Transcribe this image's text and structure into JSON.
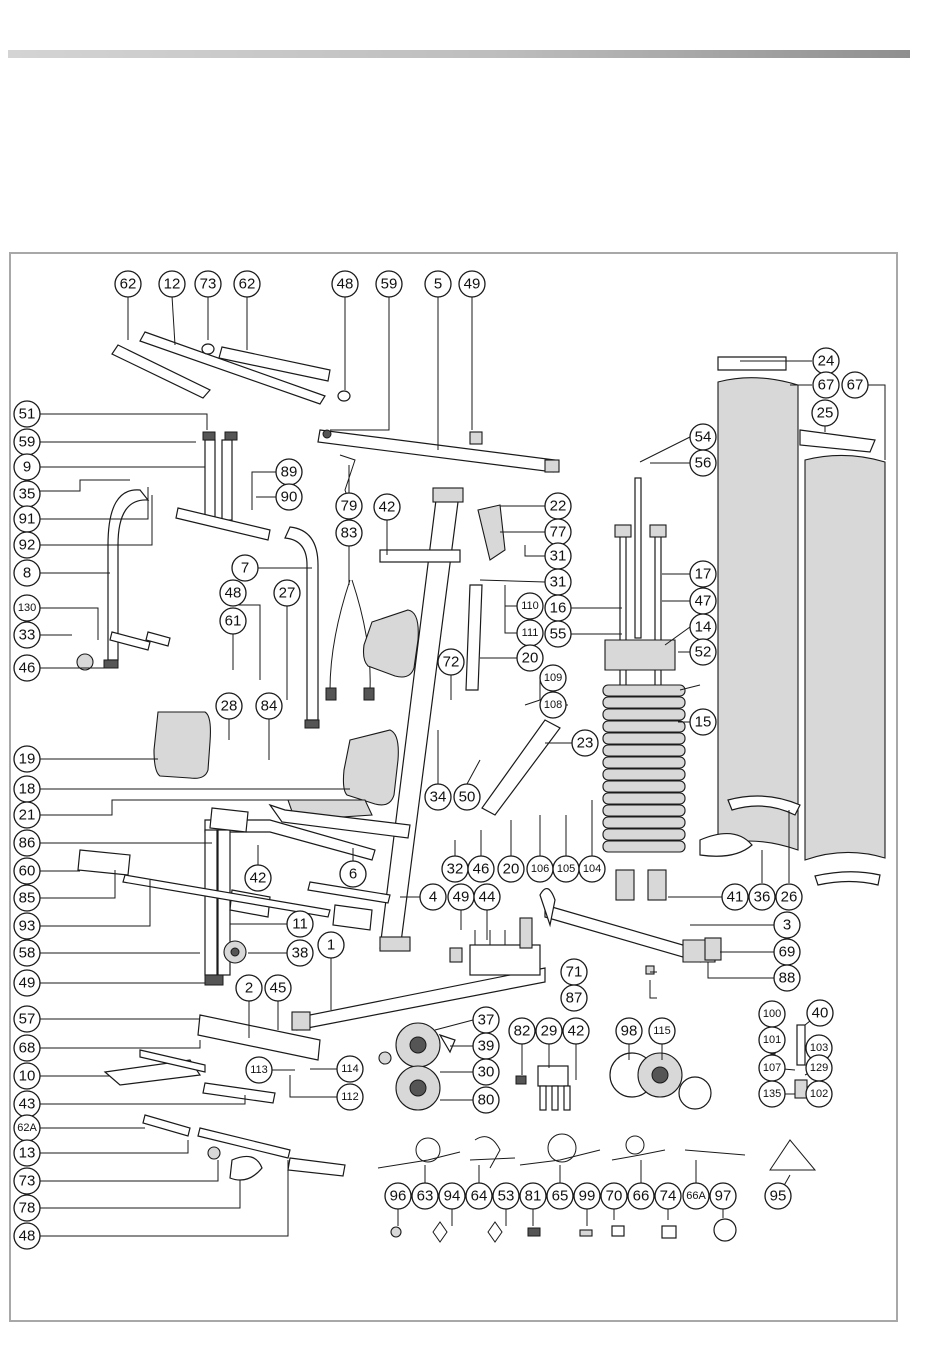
{
  "diagram": {
    "callouts": [
      {
        "id": "c62a",
        "label": "62"
      },
      {
        "id": "c12",
        "label": "12"
      },
      {
        "id": "c73a",
        "label": "73"
      },
      {
        "id": "c62b",
        "label": "62"
      },
      {
        "id": "c48a",
        "label": "48"
      },
      {
        "id": "c59a",
        "label": "59"
      },
      {
        "id": "c5",
        "label": "5"
      },
      {
        "id": "c49a",
        "label": "49"
      },
      {
        "id": "c24",
        "label": "24"
      },
      {
        "id": "c67a",
        "label": "67"
      },
      {
        "id": "c67b",
        "label": "67"
      },
      {
        "id": "c25",
        "label": "25"
      },
      {
        "id": "c51",
        "label": "51"
      },
      {
        "id": "c59b",
        "label": "59"
      },
      {
        "id": "c9",
        "label": "9"
      },
      {
        "id": "c35",
        "label": "35"
      },
      {
        "id": "c91",
        "label": "91"
      },
      {
        "id": "c92",
        "label": "92"
      },
      {
        "id": "c8",
        "label": "8"
      },
      {
        "id": "c130",
        "label": "130"
      },
      {
        "id": "c33",
        "label": "33"
      },
      {
        "id": "c46a",
        "label": "46"
      },
      {
        "id": "c89",
        "label": "89"
      },
      {
        "id": "c90",
        "label": "90"
      },
      {
        "id": "c79",
        "label": "79"
      },
      {
        "id": "c83",
        "label": "83"
      },
      {
        "id": "c42a",
        "label": "42"
      },
      {
        "id": "c7",
        "label": "7"
      },
      {
        "id": "c48b",
        "label": "48"
      },
      {
        "id": "c27",
        "label": "27"
      },
      {
        "id": "c61",
        "label": "61"
      },
      {
        "id": "c22",
        "label": "22"
      },
      {
        "id": "c77",
        "label": "77"
      },
      {
        "id": "c31a",
        "label": "31"
      },
      {
        "id": "c31b",
        "label": "31"
      },
      {
        "id": "c110",
        "label": "110"
      },
      {
        "id": "c16",
        "label": "16"
      },
      {
        "id": "c111",
        "label": "111"
      },
      {
        "id": "c55",
        "label": "55"
      },
      {
        "id": "c54",
        "label": "54"
      },
      {
        "id": "c56",
        "label": "56"
      },
      {
        "id": "c17",
        "label": "17"
      },
      {
        "id": "c47",
        "label": "47"
      },
      {
        "id": "c14",
        "label": "14"
      },
      {
        "id": "c52",
        "label": "52"
      },
      {
        "id": "c15",
        "label": "15"
      },
      {
        "id": "c20a",
        "label": "20"
      },
      {
        "id": "c72",
        "label": "72"
      },
      {
        "id": "c109",
        "label": "109"
      },
      {
        "id": "c108",
        "label": "108"
      },
      {
        "id": "c28",
        "label": "28"
      },
      {
        "id": "c84",
        "label": "84"
      },
      {
        "id": "c19",
        "label": "19"
      },
      {
        "id": "c23",
        "label": "23"
      },
      {
        "id": "c18",
        "label": "18"
      },
      {
        "id": "c34",
        "label": "34"
      },
      {
        "id": "c50",
        "label": "50"
      },
      {
        "id": "c21",
        "label": "21"
      },
      {
        "id": "c86",
        "label": "86"
      },
      {
        "id": "c42b",
        "label": "42"
      },
      {
        "id": "c6",
        "label": "6"
      },
      {
        "id": "c32",
        "label": "32"
      },
      {
        "id": "c46b",
        "label": "46"
      },
      {
        "id": "c20b",
        "label": "20"
      },
      {
        "id": "c106",
        "label": "106"
      },
      {
        "id": "c105",
        "label": "105"
      },
      {
        "id": "c104",
        "label": "104"
      },
      {
        "id": "c41",
        "label": "41"
      },
      {
        "id": "c36",
        "label": "36"
      },
      {
        "id": "c26",
        "label": "26"
      },
      {
        "id": "c60",
        "label": "60"
      },
      {
        "id": "c85",
        "label": "85"
      },
      {
        "id": "c93",
        "label": "93"
      },
      {
        "id": "c4",
        "label": "4"
      },
      {
        "id": "c49b",
        "label": "49"
      },
      {
        "id": "c44",
        "label": "44"
      },
      {
        "id": "c11",
        "label": "11"
      },
      {
        "id": "c3",
        "label": "3"
      },
      {
        "id": "c58",
        "label": "58"
      },
      {
        "id": "c38",
        "label": "38"
      },
      {
        "id": "c1",
        "label": "1"
      },
      {
        "id": "c69",
        "label": "69"
      },
      {
        "id": "c49c",
        "label": "49"
      },
      {
        "id": "c88",
        "label": "88"
      },
      {
        "id": "c71",
        "label": "71"
      },
      {
        "id": "c2",
        "label": "2"
      },
      {
        "id": "c45",
        "label": "45"
      },
      {
        "id": "c87",
        "label": "87"
      },
      {
        "id": "c57",
        "label": "57"
      },
      {
        "id": "c37",
        "label": "37"
      },
      {
        "id": "c82",
        "label": "82"
      },
      {
        "id": "c29",
        "label": "29"
      },
      {
        "id": "c42c",
        "label": "42"
      },
      {
        "id": "c98",
        "label": "98"
      },
      {
        "id": "c115",
        "label": "115"
      },
      {
        "id": "c100",
        "label": "100"
      },
      {
        "id": "c40",
        "label": "40"
      },
      {
        "id": "c68",
        "label": "68"
      },
      {
        "id": "c39",
        "label": "39"
      },
      {
        "id": "c101",
        "label": "101"
      },
      {
        "id": "c103",
        "label": "103"
      },
      {
        "id": "c10",
        "label": "10"
      },
      {
        "id": "c113",
        "label": "113"
      },
      {
        "id": "c114",
        "label": "114"
      },
      {
        "id": "c30",
        "label": "30"
      },
      {
        "id": "c107",
        "label": "107"
      },
      {
        "id": "c129",
        "label": "129"
      },
      {
        "id": "c43",
        "label": "43"
      },
      {
        "id": "c112",
        "label": "112"
      },
      {
        "id": "c80",
        "label": "80"
      },
      {
        "id": "c135",
        "label": "135"
      },
      {
        "id": "c102",
        "label": "102"
      },
      {
        "id": "c62A",
        "label": "62A"
      },
      {
        "id": "c13",
        "label": "13"
      },
      {
        "id": "c73b",
        "label": "73"
      },
      {
        "id": "c78",
        "label": "78"
      },
      {
        "id": "c48c",
        "label": "48"
      },
      {
        "id": "c96",
        "label": "96"
      },
      {
        "id": "c63",
        "label": "63"
      },
      {
        "id": "c94",
        "label": "94"
      },
      {
        "id": "c64",
        "label": "64"
      },
      {
        "id": "c53",
        "label": "53"
      },
      {
        "id": "c81",
        "label": "81"
      },
      {
        "id": "c65",
        "label": "65"
      },
      {
        "id": "c99",
        "label": "99"
      },
      {
        "id": "c70",
        "label": "70"
      },
      {
        "id": "c66",
        "label": "66"
      },
      {
        "id": "c74",
        "label": "74"
      },
      {
        "id": "c66A",
        "label": "66A"
      },
      {
        "id": "c97",
        "label": "97"
      },
      {
        "id": "c95",
        "label": "95"
      }
    ]
  }
}
